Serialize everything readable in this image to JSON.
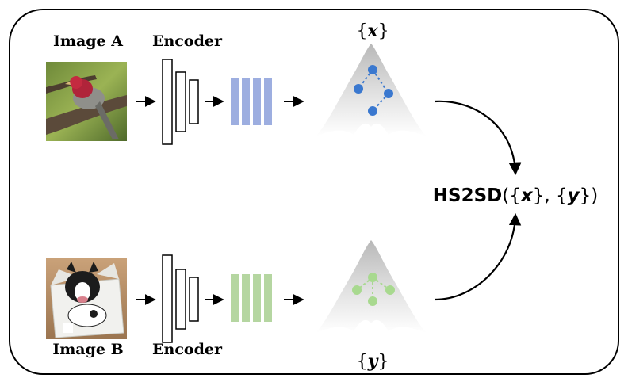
{
  "top": {
    "image_label": "Image A",
    "encoder_label": "Encoder",
    "set_symbol": "x",
    "feature_color": "#9daee0",
    "point_color": "#3a78cf",
    "image_icon": "bird-photo"
  },
  "bottom": {
    "image_label": "Image B",
    "encoder_label": "Encoder",
    "set_symbol": "y",
    "feature_color": "#b5d6a1",
    "point_color": "#a8d98f",
    "image_icon": "dog-in-box-photo"
  },
  "result": {
    "name": "HS2SD",
    "x": "x",
    "y": "y"
  }
}
